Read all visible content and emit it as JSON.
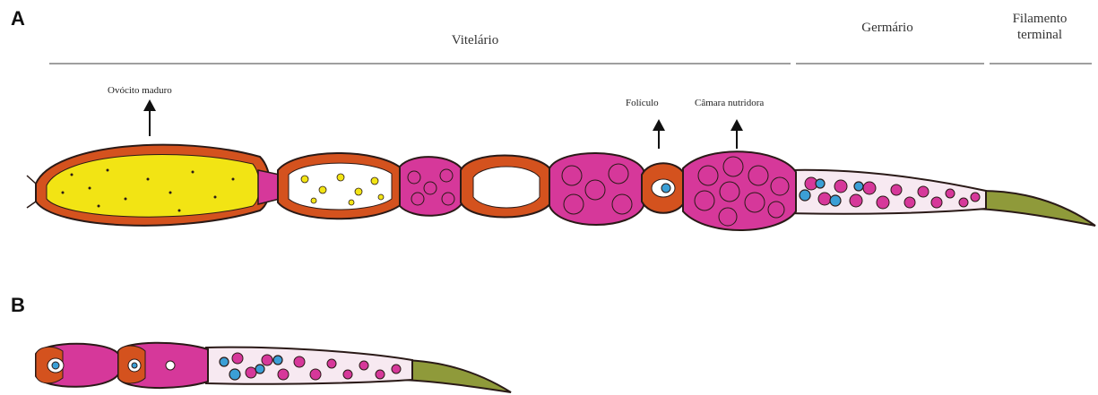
{
  "panels": {
    "a": "A",
    "b": "B"
  },
  "regions": {
    "vitellarium": "Vitelário",
    "germarium": "Germário",
    "terminal_filament": [
      "Filamento",
      "terminal"
    ]
  },
  "annotations": {
    "mature_oocyte": "Ovócito maduro",
    "follicle": "Folículo",
    "nurse_chamber": "Câmara nutridora"
  },
  "colors": {
    "outline": "#2a1a17",
    "follicle_epithelium": "#d4521e",
    "yolk": "#f2e414",
    "nurse_cell": "#d6389a",
    "germ_cell": "#3b9fd6",
    "filament": "#8f9a3a",
    "interior": "#f7e9f1"
  }
}
